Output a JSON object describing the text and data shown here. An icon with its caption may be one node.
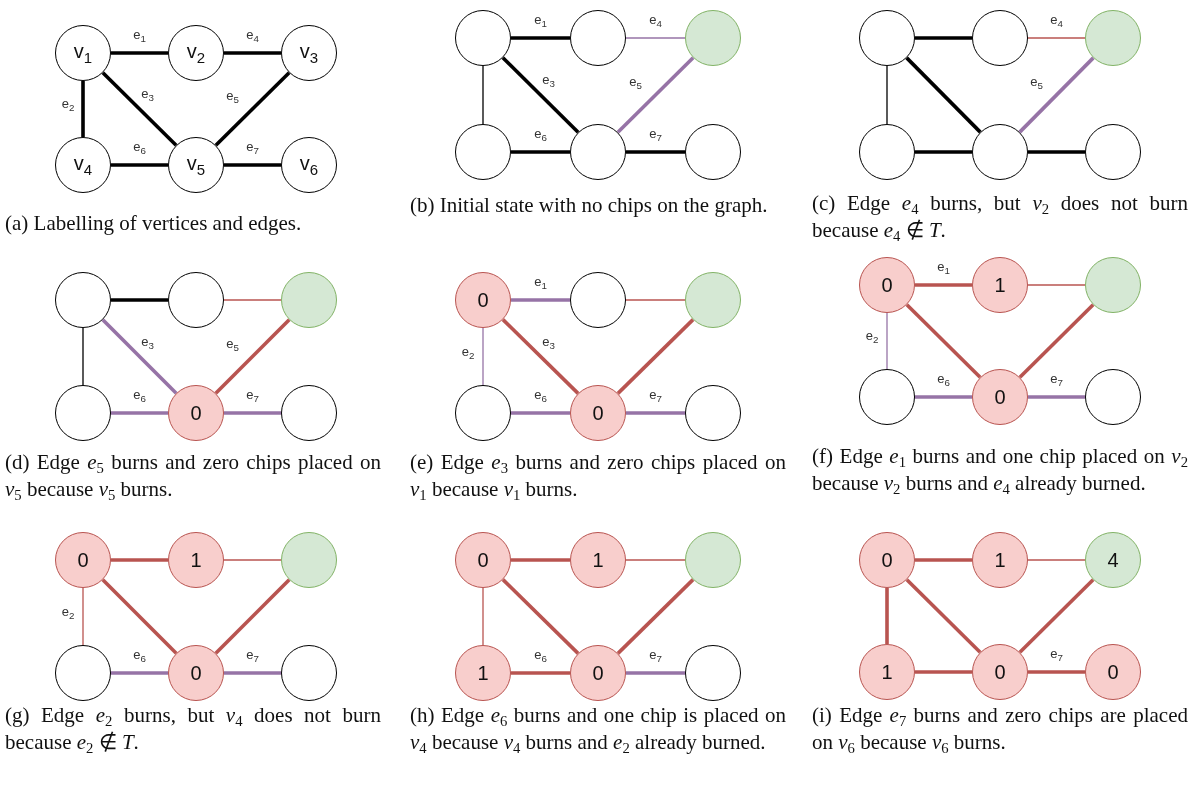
{
  "diagram": {
    "nodes": [
      {
        "text": [
          "v$_{1}$"
        ]
      },
      {
        "text": [
          "v$_{2}$"
        ]
      },
      {
        "text": [
          "v$_{3}$"
        ]
      },
      {
        "text": [
          "v$_{4}$"
        ]
      },
      {
        "text": [
          "v$_{5}$"
        ]
      },
      {
        "text": [
          "v$_{6}$"
        ]
      },
      {
        "text": [],
        "shape": "circle"
      },
      {
        "text": [],
        "shape": "circle"
      },
      {
        "text": [],
        "shape": "circle"
      },
      {
        "text": [],
        "shape": "circle"
      },
      {
        "text": [],
        "shape": "circle"
      },
      {
        "text": [],
        "shape": "circle"
      },
      {
        "text": [],
        "shape": "circle"
      },
      {
        "text": [],
        "shape": "circle"
      },
      {
        "text": [],
        "shape": "circle"
      },
      {
        "text": [],
        "shape": "circle"
      },
      {
        "text": [],
        "shape": "circle"
      },
      {
        "text": [],
        "shape": "circle"
      },
      {
        "text": [],
        "shape": "circle"
      },
      {
        "text": [],
        "shape": "circle"
      },
      {
        "text": [],
        "shape": "circle"
      },
      {
        "text": [],
        "shape": "circle"
      },
      {
        "text": [
          "0"
        ]
      },
      {
        "text": [],
        "shape": "circle"
      },
      {
        "text": [
          "0"
        ]
      },
      {
        "text": [],
        "shape": "circle"
      },
      {
        "text": [],
        "shape": "circle"
      },
      {
        "text": [],
        "shape": "circle"
      },
      {
        "text": [
          "0"
        ]
      },
      {
        "text": [],
        "shape": "circle"
      },
      {
        "text": [
          "0"
        ]
      },
      {
        "text": [
          "1"
        ]
      },
      {
        "text": [],
        "shape": "circle"
      },
      {
        "text": [],
        "shape": "circle"
      },
      {
        "text": [
          "0"
        ]
      },
      {
        "text": [],
        "shape": "circle"
      },
      {
        "text": [
          "0"
        ]
      },
      {
        "text": [
          "1"
        ]
      },
      {
        "text": [],
        "shape": "circle"
      },
      {
        "text": [],
        "shape": "circle"
      },
      {
        "text": [
          "0"
        ]
      },
      {
        "text": [],
        "shape": "circle"
      },
      {
        "text": [
          "0"
        ]
      },
      {
        "text": [
          "1"
        ]
      },
      {
        "text": [],
        "shape": "circle"
      },
      {
        "text": [
          "1"
        ]
      },
      {
        "text": [
          "0"
        ]
      },
      {
        "text": [],
        "shape": "circle"
      },
      {
        "text": [
          "0"
        ]
      },
      {
        "text": [
          "1"
        ]
      },
      {
        "text": [
          "4"
        ]
      },
      {
        "text": [
          "1"
        ]
      },
      {
        "text": [
          "0"
        ]
      },
      {
        "text": [
          "0"
        ]
      }
    ],
    "edges": [
      {
        "from": 0,
        "to": 1,
        "arrow": "none",
        "label": "e$_{1}$",
        "color": "#000000"
      },
      {
        "from": 0,
        "to": 3,
        "arrow": "none",
        "label": "e$_{2}$",
        "color": "#000000"
      },
      {
        "from": 0,
        "to": 4,
        "arrow": "none",
        "label": "e$_{3}$",
        "color": "#000000"
      },
      {
        "from": 1,
        "to": 2,
        "arrow": "none",
        "label": "e$_{4}$",
        "color": "#000000"
      },
      {
        "from": 2,
        "to": 4,
        "arrow": "none",
        "label": "e$_{5}$",
        "color": "#000000"
      },
      {
        "from": 3,
        "to": 4,
        "arrow": "none",
        "label": "e$_{6}$",
        "color": "#000000"
      },
      {
        "from": 4,
        "to": 5,
        "arrow": "none",
        "label": "e$_{7}$",
        "color": "#000000"
      },
      {
        "from": 6,
        "to": 7,
        "arrow": "none",
        "label": "e$_{1}$",
        "color": "#000000"
      },
      {
        "from": 6,
        "to": 9,
        "arrow": "none",
        "color": "#000000"
      },
      {
        "from": 6,
        "to": 10,
        "arrow": "none",
        "label": "e$_{3}$",
        "color": "#000000"
      },
      {
        "from": 7,
        "to": 8,
        "arrow": "none",
        "label": "e$_{4}$",
        "color": "#9673a6"
      },
      {
        "from": 8,
        "to": 10,
        "arrow": "none",
        "label": "e$_{5}$",
        "color": "#9673a6"
      },
      {
        "from": 9,
        "to": 10,
        "arrow": "none",
        "label": "e$_{6}$",
        "color": "#000000"
      },
      {
        "from": 10,
        "to": 11,
        "arrow": "none",
        "label": "e$_{7}$",
        "color": "#000000"
      },
      {
        "from": 12,
        "to": 13,
        "arrow": "none",
        "color": "#000000"
      },
      {
        "from": 12,
        "to": 15,
        "arrow": "none",
        "color": "#000000"
      },
      {
        "from": 12,
        "to": 16,
        "arrow": "none",
        "color": "#000000"
      },
      {
        "from": 13,
        "to": 14,
        "arrow": "none",
        "label": "e$_{4}$"
      },
      {
        "from": 14,
        "to": 16,
        "arrow": "none",
        "label": "e$_{5}$",
        "color": "#9673a6"
      },
      {
        "from": 15,
        "to": 16,
        "arrow": "none",
        "color": "#000000"
      },
      {
        "from": 16,
        "to": 17,
        "arrow": "none",
        "color": "#000000"
      },
      {
        "from": 18,
        "to": 19,
        "arrow": "none",
        "color": "#000000"
      },
      {
        "from": 18,
        "to": 21,
        "arrow": "none",
        "color": "#000000"
      },
      {
        "from": 18,
        "to": 22,
        "arrow": "none",
        "label": "e$_{3}$",
        "color": "#9673a6"
      },
      {
        "from": 19,
        "to": 20,
        "arrow": "none"
      },
      {
        "from": 20,
        "to": 22,
        "arrow": "none",
        "label": "e$_{5}$"
      },
      {
        "from": 21,
        "to": 22,
        "arrow": "none",
        "label": "e$_{6}$",
        "color": "#9673a6"
      },
      {
        "from": 22,
        "to": 23,
        "arrow": "none",
        "label": "e$_{7}$",
        "color": "#9673a6"
      },
      {
        "from": 24,
        "to": 25,
        "arrow": "none",
        "label": "e$_{1}$",
        "color": "#9673a6"
      },
      {
        "from": 24,
        "to": 27,
        "arrow": "none",
        "label": "e$_{2}$",
        "color": "#9673a6"
      },
      {
        "from": 24,
        "to": 28,
        "arrow": "none",
        "label": "e$_{3}$"
      },
      {
        "from": 25,
        "to": 26,
        "arrow": "none"
      },
      {
        "from": 26,
        "to": 28,
        "arrow": "none"
      },
      {
        "from": 27,
        "to": 28,
        "arrow": "none",
        "label": "e$_{6}$",
        "color": "#9673a6"
      },
      {
        "from": 28,
        "to": 29,
        "arrow": "none",
        "label": "e$_{7}$",
        "color": "#9673a6"
      },
      {
        "from": 30,
        "to": 31,
        "arrow": "none",
        "label": "e$_{1}$"
      },
      {
        "from": 30,
        "to": 33,
        "arrow": "none",
        "label": "e$_{2}$",
        "color": "#9673a6"
      },
      {
        "from": 30,
        "to": 34,
        "arrow": "none"
      },
      {
        "from": 31,
        "to": 32,
        "arrow": "none"
      },
      {
        "from": 32,
        "to": 34,
        "arrow": "none"
      },
      {
        "from": 33,
        "to": 34,
        "arrow": "none",
        "label": "e$_{6}$",
        "color": "#9673a6"
      },
      {
        "from": 34,
        "to": 35,
        "arrow": "none",
        "label": "e$_{7}$",
        "color": "#9673a6"
      },
      {
        "from": 36,
        "to": 37,
        "arrow": "none"
      },
      {
        "from": 36,
        "to": 39,
        "arrow": "none",
        "label": "e$_{2}$"
      },
      {
        "from": 36,
        "to": 40,
        "arrow": "none"
      },
      {
        "from": 37,
        "to": 38,
        "arrow": "none"
      },
      {
        "from": 38,
        "to": 40,
        "arrow": "none"
      },
      {
        "from": 39,
        "to": 40,
        "arrow": "none",
        "label": "e$_{6}$",
        "color": "#9673a6"
      },
      {
        "from": 40,
        "to": 41,
        "arrow": "none",
        "label": "e$_{7}$",
        "color": "#9673a6"
      },
      {
        "from": 42,
        "to": 43,
        "arrow": "none"
      },
      {
        "from": 42,
        "to": 45,
        "arrow": "none"
      },
      {
        "from": 42,
        "to": 46,
        "arrow": "none"
      },
      {
        "from": 43,
        "to": 44,
        "arrow": "none"
      },
      {
        "from": 44,
        "to": 46,
        "arrow": "none"
      },
      {
        "from": 45,
        "to": 46,
        "arrow": "none",
        "label": "e$_{6}$"
      },
      {
        "from": 46,
        "to": 47,
        "arrow": "none",
        "label": "e$_{7}$",
        "color": "#9673a6"
      },
      {
        "from": 48,
        "to": 49,
        "arrow": "none"
      },
      {
        "from": 48,
        "to": 51,
        "arrow": "none"
      },
      {
        "from": 48,
        "to": 52,
        "arrow": "none"
      },
      {
        "from": 49,
        "to": 50,
        "arrow": "none"
      },
      {
        "from": 50,
        "to": 52,
        "arrow": "none"
      },
      {
        "from": 51,
        "to": 52,
        "arrow": "none"
      },
      {
        "from": 52,
        "to": 53,
        "arrow": "none",
        "label": "e$_{7}$"
      }
    ],
    "labels": [
      "(a) Labelling of vertices and edges.",
      "(b) Initial state with no chips on the graph.",
      "(c) Edge *e*$_{4}$ burns, but *v*$_{2}$ does not burn because *e*$_{4}$ ∉ *T*.",
      "(d) Edge *e*$_{5}$ burns and zero chips placed on *v*$_{5}$ because *v*$_{5}$ burns.",
      "(e) Edge *e*$_{3}$ burns and zero chips placed on *v*$_{1}$ because *v*$_{1}$ burns.",
      "(f) Edge *e*$_{1}$ burns and one chip placed on *v*$_{2}$ because *v*$_{2}$ burns and *e*$_{4}$ already burned.",
      "(g) Edge *e*$_{2}$ burns, but *v*$_{4}$ does not burn because *e*$_{2}$ ∉ *T*.",
      "(h) Edge *e*$_{6}$ burns and one chip is placed on *v*$_{4}$ because *v*$_{4}$ burns and *e*$_{2}$ already burned.",
      "(i) Edge *e*$_{7}$ burns and zero chips are placed on *v*$_{6}$ because *v*$_{6}$ burns."
    ]
  }
}
